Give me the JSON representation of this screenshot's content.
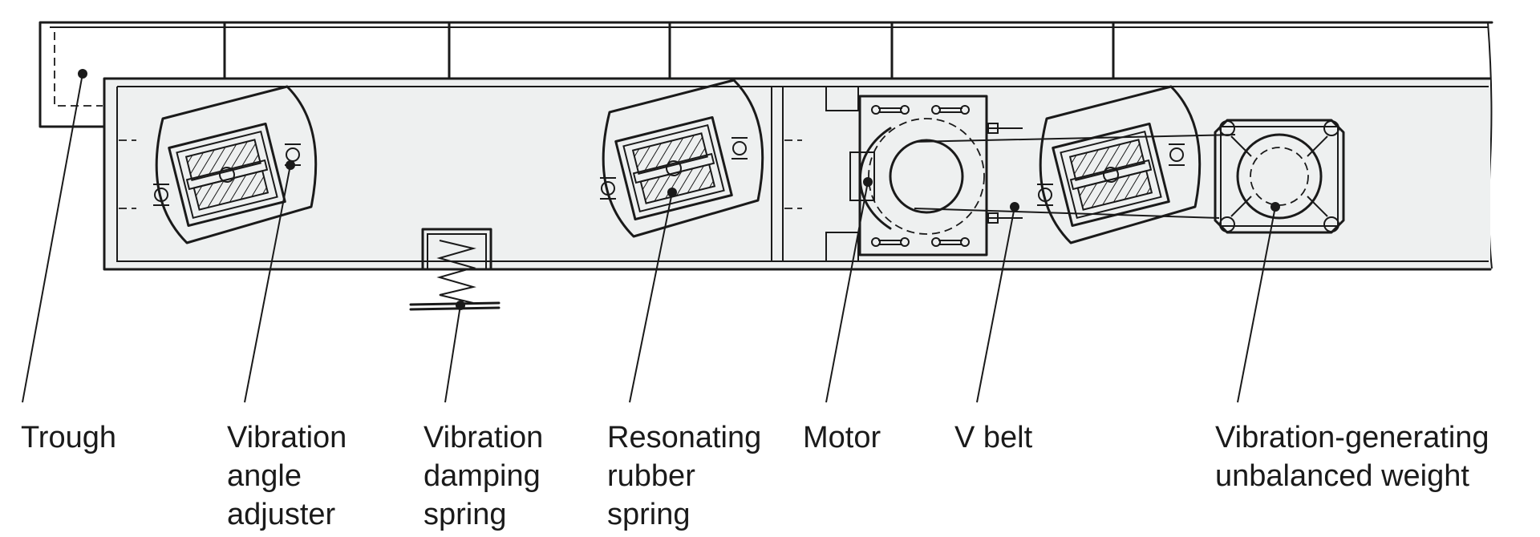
{
  "labels": {
    "trough": [
      "Trough"
    ],
    "angle_adjuster": [
      "Vibration",
      "angle",
      "adjuster"
    ],
    "damping_spring": [
      "Vibration",
      "damping",
      "spring"
    ],
    "rubber_spring": [
      "Resonating",
      "rubber",
      "spring"
    ],
    "motor": [
      "Motor"
    ],
    "v_belt": [
      "V belt"
    ],
    "unbalanced_weight": [
      "Vibration-generating",
      "unbalanced weight"
    ]
  },
  "colors": {
    "line": "#1a1a1a",
    "panel": "#eef0f0",
    "background": "#ffffff"
  }
}
